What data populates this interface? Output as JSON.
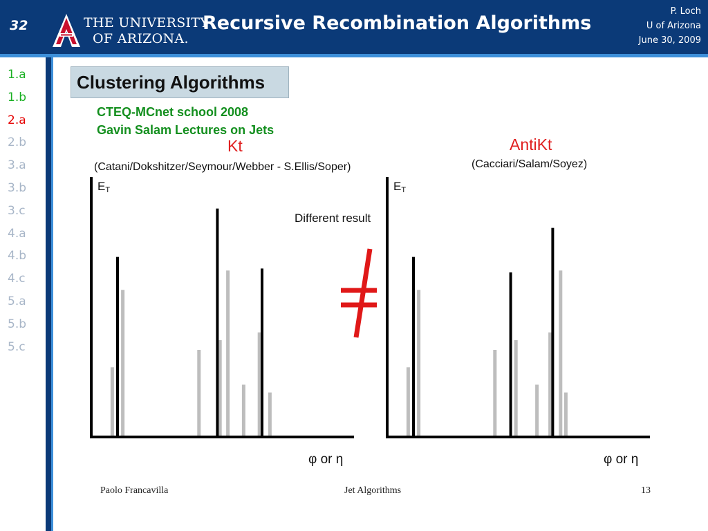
{
  "header": {
    "slide_number": "32",
    "university_line1": "THE UNIVERSITY",
    "university_line2": "OF ARIZONA.",
    "title": "Recursive Recombination Algorithms",
    "author": "P. Loch",
    "affiliation": "U of Arizona",
    "date": "June 30, 2009"
  },
  "colors": {
    "header": "#0b3a78",
    "accent": "#3d8fd9",
    "nav_done": "#19b022",
    "nav_current": "#e50000",
    "nav_pending": "#a8b6c8",
    "kt_title": "#e02020",
    "green_text": "#138f1e"
  },
  "nav": [
    {
      "label": "1.a",
      "state": "done"
    },
    {
      "label": "1.b",
      "state": "done"
    },
    {
      "label": "2.a",
      "state": "current"
    },
    {
      "label": "2.b",
      "state": "pending"
    },
    {
      "label": "3.a",
      "state": "pending"
    },
    {
      "label": "3.b",
      "state": "pending"
    },
    {
      "label": "3.c",
      "state": "pending"
    },
    {
      "label": "4.a",
      "state": "pending"
    },
    {
      "label": "4.b",
      "state": "pending"
    },
    {
      "label": "4.c",
      "state": "pending"
    },
    {
      "label": "5.a",
      "state": "pending"
    },
    {
      "label": "5.b",
      "state": "pending"
    },
    {
      "label": "5.c",
      "state": "pending"
    }
  ],
  "content": {
    "section_title": "Clustering Algorithms",
    "source_line1": "CTEQ-MCnet school 2008",
    "source_line2": "Gavin Salam Lectures on Jets",
    "difference_label": "Different result",
    "not_equal_symbol": "≠"
  },
  "plots": [
    {
      "title": "Kt",
      "authors": "(Catani/Dokshitzer/Seymour/Webber - S.Ellis/Soper)",
      "ylabel": "E",
      "ylabel_sub": "T",
      "xlabel": "φ or η",
      "black_bars": [
        {
          "pos": 0.1,
          "height": 0.93
        },
        {
          "pos": 0.48,
          "height": 1.18
        },
        {
          "pos": 0.65,
          "height": 0.87
        }
      ],
      "gray_bars": [
        {
          "pos": 0.08,
          "height": 0.36
        },
        {
          "pos": 0.12,
          "height": 0.76
        },
        {
          "pos": 0.41,
          "height": 0.45
        },
        {
          "pos": 0.49,
          "height": 0.5
        },
        {
          "pos": 0.52,
          "height": 0.86
        },
        {
          "pos": 0.58,
          "height": 0.27
        },
        {
          "pos": 0.64,
          "height": 0.54
        },
        {
          "pos": 0.68,
          "height": 0.23
        }
      ]
    },
    {
      "title": "AntiKt",
      "authors": "(Cacciari/Salam/Soyez)",
      "ylabel": "E",
      "ylabel_sub": "T",
      "xlabel": "φ or η",
      "black_bars": [
        {
          "pos": 0.1,
          "height": 0.93
        },
        {
          "pos": 0.47,
          "height": 0.85
        },
        {
          "pos": 0.63,
          "height": 1.08
        }
      ],
      "gray_bars": [
        {
          "pos": 0.08,
          "height": 0.36
        },
        {
          "pos": 0.12,
          "height": 0.76
        },
        {
          "pos": 0.41,
          "height": 0.45
        },
        {
          "pos": 0.49,
          "height": 0.5
        },
        {
          "pos": 0.57,
          "height": 0.27
        },
        {
          "pos": 0.62,
          "height": 0.54
        },
        {
          "pos": 0.66,
          "height": 0.86
        },
        {
          "pos": 0.68,
          "height": 0.23
        }
      ]
    }
  ],
  "footer": {
    "presenter": "Paolo Francavilla",
    "topic": "Jet Algorithms",
    "page": "13"
  }
}
